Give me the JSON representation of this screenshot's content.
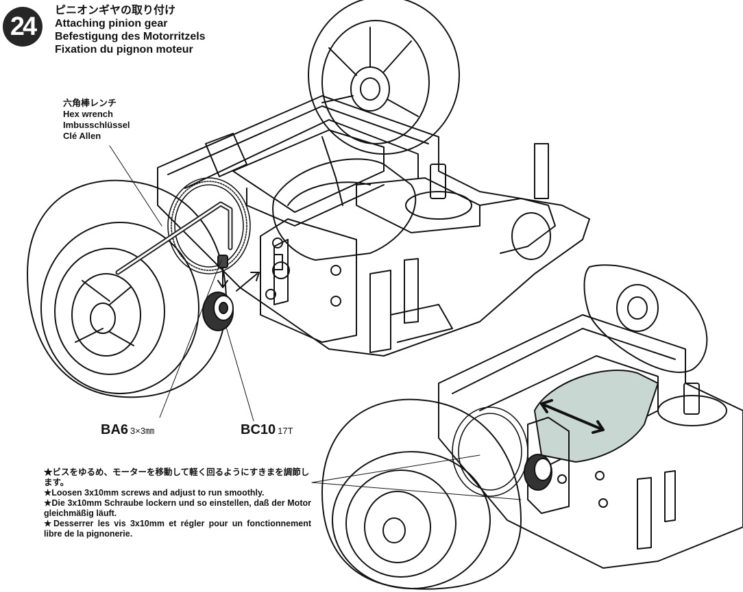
{
  "step": {
    "number": "24",
    "title_ja": "ピニオンギヤの取り付け",
    "title_en": "Attaching pinion gear",
    "title_de": "Befestigung des Motorritzels",
    "title_fr": "Fixation du pignon moteur"
  },
  "tool": {
    "ja": "六角棒レンチ",
    "en": "Hex wrench",
    "de": "Imbusschlüssel",
    "fr": "Clé Allen"
  },
  "parts": [
    {
      "code": "BA6",
      "spec": "3×3㎜"
    },
    {
      "code": "BC10",
      "spec": "17T"
    }
  ],
  "notes": {
    "ja": "★ビスをゆるめ、モーターを移動して軽く回るようにすきまを調節します。",
    "en": "★Loosen 3x10mm screws and adjust to run smoothly.",
    "de": "★Die 3x10mm Schraube lockern und so einstellen, daß der Motor gleichmäßig läuft.",
    "fr": "★Desserrer les vis 3x10mm et régler pour un fonctionnement libre de la pignonerie."
  },
  "colors": {
    "ink": "#111111",
    "badge": "#262626",
    "motor_highlight": "#c9d7d3"
  },
  "icons": [
    "adjust-arrow-icon",
    "pinion-gear-icon",
    "hex-wrench-icon"
  ]
}
